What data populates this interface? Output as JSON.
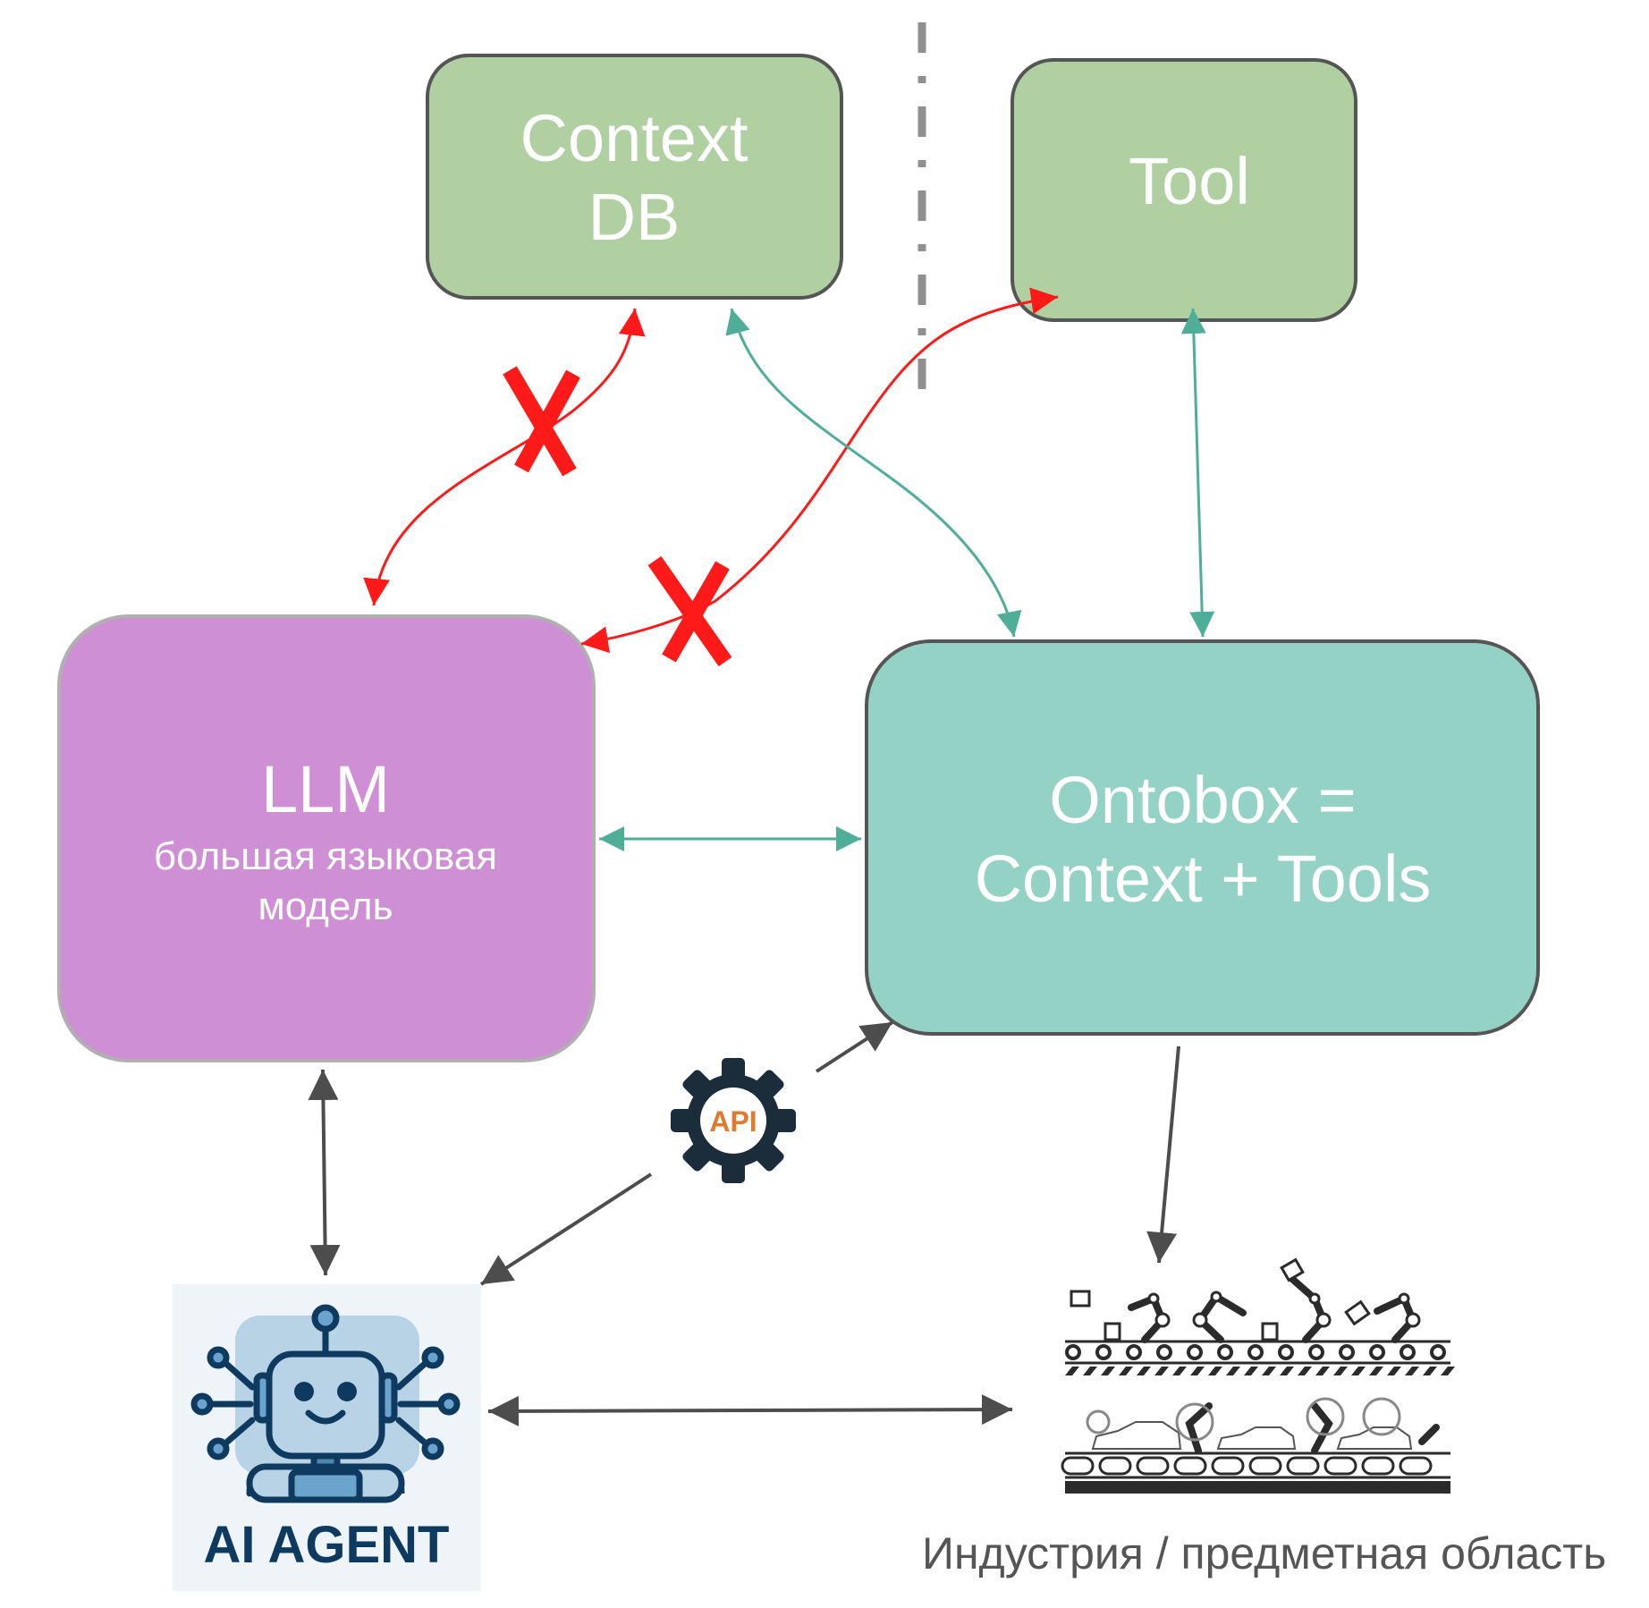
{
  "diagram": {
    "nodes": {
      "context_db": {
        "line1": "Context",
        "line2": "DB",
        "fill": "#b0d0a2"
      },
      "tool": {
        "label": "Tool",
        "fill": "#b0d0a2"
      },
      "llm": {
        "title": "LLM",
        "subtitle_line1": "большая языковая",
        "subtitle_line2": "модель",
        "fill": "#cf8fd4"
      },
      "ontobox": {
        "line1": "Ontobox =",
        "line2": "Context + Tools",
        "fill": "#94d2c6"
      },
      "api": {
        "label": "API",
        "gear_color": "#1b2d3b",
        "text_color": "#e07a2e"
      },
      "ai_agent": {
        "label": "AI AGENT",
        "text_color": "#0f3a5f"
      },
      "industry": {
        "caption": "Индустрия / предметная область"
      }
    },
    "edges": [
      {
        "from": "llm",
        "to": "context_db",
        "style": "blocked",
        "color": "#ff1a1a"
      },
      {
        "from": "llm",
        "to": "tool",
        "style": "blocked",
        "color": "#ff1a1a"
      },
      {
        "from": "ontobox",
        "to": "context_db",
        "style": "allowed",
        "color": "#4fae98"
      },
      {
        "from": "ontobox",
        "to": "tool",
        "style": "allowed",
        "color": "#4fae98"
      },
      {
        "from": "llm",
        "to": "ontobox",
        "style": "allowed",
        "color": "#4fae98"
      },
      {
        "from": "llm",
        "to": "ai_agent",
        "style": "neutral",
        "color": "#4d4d4d"
      },
      {
        "from": "ai_agent",
        "to": "ontobox",
        "via": "api",
        "style": "neutral",
        "color": "#4d4d4d"
      },
      {
        "from": "ontobox",
        "to": "industry",
        "style": "neutral",
        "color": "#4d4d4d"
      },
      {
        "from": "ai_agent",
        "to": "industry",
        "style": "neutral",
        "color": "#4d4d4d"
      }
    ],
    "colors": {
      "box_stroke": "#555555",
      "llm_stroke": "#b0b0b0",
      "divider": "#909090",
      "blocked": "#ff1a1a",
      "allowed": "#4fae98",
      "neutral": "#4d4d4d"
    }
  }
}
